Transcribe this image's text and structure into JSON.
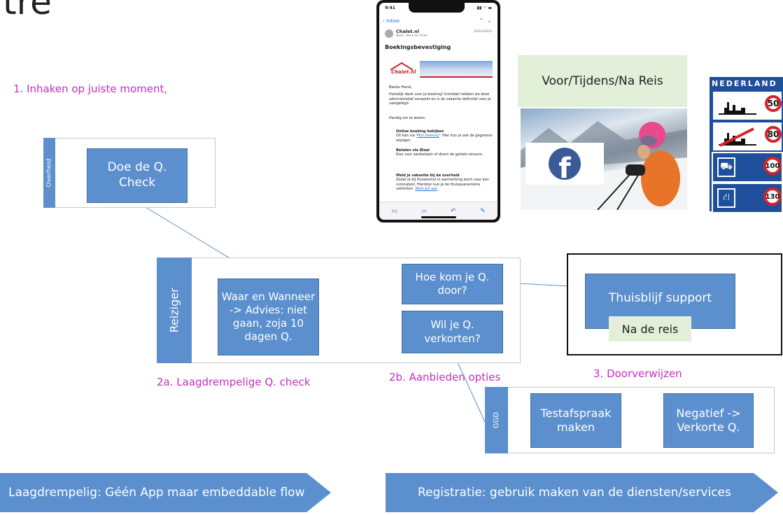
{
  "title_fragment": "tre",
  "steps": {
    "step1": "1. Inhaken op juiste moment,",
    "step2a": "2a. Laagdrempelige Q. check",
    "step2b": "2b. Aanbieden opties",
    "step3": "3. Doorverwijzen"
  },
  "lanes": {
    "overheid": "Overheid",
    "reiziger": "Reiziger",
    "ggd": "GGD"
  },
  "boxes": {
    "doe_check": "Doe de Q. Check",
    "waar_wanneer": "Waar en Wanneer -> Advies: niet gaan, zoja 10 dagen Q.",
    "hoe_kom": "Hoe kom je Q. door?",
    "wil_verkorten": "Wil je Q. verkorten?",
    "thuisblijf": "Thuisblijf support",
    "na_de_reis": "Na de reis",
    "testafspraak": "Testafspraak maken",
    "negatief": "Negatief -> Verkorte Q."
  },
  "arrows": {
    "left": "Laagdrempelig: Géén App maar embeddable flow",
    "right": "Registratie: gebruik maken van de diensten/services"
  },
  "voor_tijdens_na": "Voor/Tijdens/Na Reis",
  "phone": {
    "time": "9:41",
    "back": "Inbox",
    "sender": "Chalet.nl",
    "to": "Naar: Henk de Vries",
    "date": "28/10/2020",
    "subject": "Boekingsbevestiging",
    "logo": "Chalet.nl",
    "greeting": "Beste Henk,",
    "para1": "Hartelijk dank voor je boeking! Inmiddel hebben we deze administratief verwerkt en is de vakantie definitief voor je vastgelegd.",
    "handig": "Handig om te weten:",
    "item1_title": "Online boeking bekijken",
    "item1_pre": "Dit kan via '",
    "item1_link": "Mijn boeking",
    "item1_post": "'. Hier kun je ook de gegevens wijzigen.",
    "item2_title": "Betalen via iDeal",
    "item2_text": "Kies voor aanbetalen of direct de gehele reissom.",
    "item3_title": "Meld je vakantie bij de overheid",
    "item3_text": "Zodat je bij thuiskomst in aanmerking komt voor een coronatest. Hierdoor kun je de thuisquarantaine verkorten.",
    "item3_link": "Meld je/l aan"
  },
  "sign": {
    "header": "NEDERLAND",
    "limits": [
      "50",
      "80",
      "100",
      "130"
    ]
  },
  "facebook_letter": "f",
  "colors": {
    "box_blue": "#5b8fcd",
    "magenta": "#c42fc4",
    "na_de_reis_bg": "#e3efd9",
    "voor_bg": "#e2efd9",
    "sign_blue": "#1f4e9a"
  }
}
